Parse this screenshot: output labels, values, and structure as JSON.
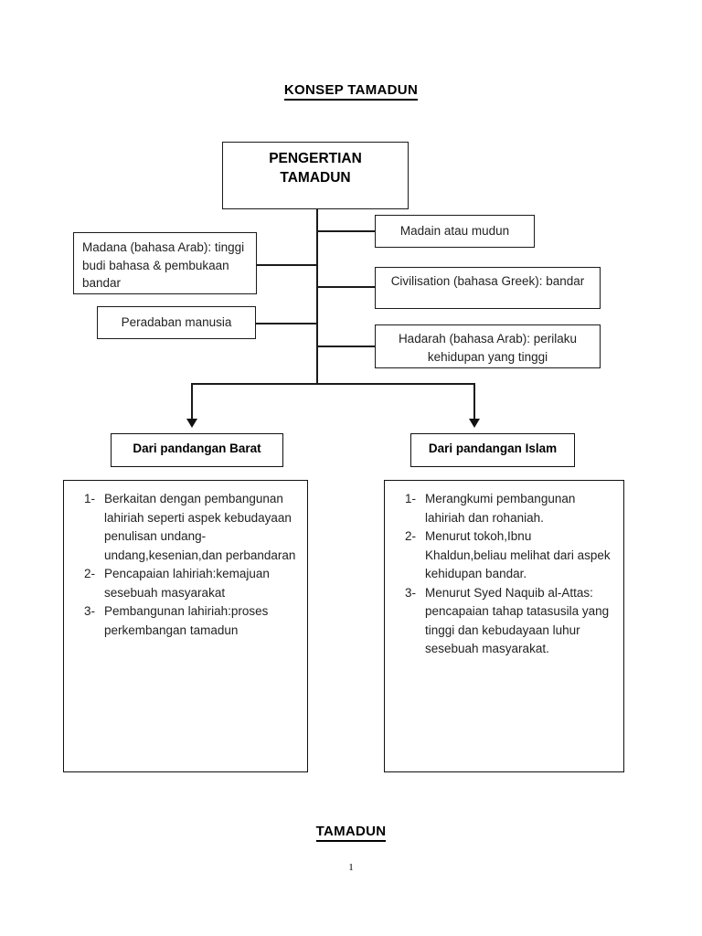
{
  "document": {
    "title": "KONSEP TAMADUN",
    "footer": "TAMADUN",
    "page_number": "1"
  },
  "diagram": {
    "root": {
      "line1": "PENGERTIAN",
      "line2": "TAMADUN"
    },
    "left_definitions": [
      {
        "name": "madana",
        "text": "Madana (bahasa Arab): tinggi budi bahasa & pembukaan bandar"
      },
      {
        "name": "peradaban",
        "text": "Peradaban manusia"
      }
    ],
    "right_definitions": [
      {
        "name": "madain",
        "text": "Madain atau mudun"
      },
      {
        "name": "civilisation",
        "text": "Civilisation (bahasa Greek): bandar"
      },
      {
        "name": "hadarah",
        "text": "Hadarah (bahasa Arab): perilaku kehidupan yang tinggi"
      }
    ],
    "branches": [
      {
        "heading": "Dari pandangan Barat",
        "items": [
          {
            "marker": "1-",
            "text": "Berkaitan dengan pembangunan lahiriah seperti aspek kebudayaan penulisan undang-undang,kesenian,dan perbandaran"
          },
          {
            "marker": "2-",
            "text": "Pencapaian lahiriah:kemajuan sesebuah masyarakat"
          },
          {
            "marker": "3-",
            "text": "Pembangunan lahiriah:proses perkembangan tamadun"
          }
        ]
      },
      {
        "heading": "Dari pandangan Islam",
        "items": [
          {
            "marker": "1-",
            "text": "Merangkumi pembangunan lahiriah dan rohaniah."
          },
          {
            "marker": "2-",
            "text": "Menurut tokoh,Ibnu Khaldun,beliau melihat dari aspek kehidupan bandar."
          },
          {
            "marker": "3-",
            "text": "Menurut Syed Naquib al-Attas: pencapaian tahap tatasusila yang tinggi dan kebudayaan luhur sesebuah masyarakat."
          }
        ]
      }
    ]
  },
  "colors": {
    "line": "#1a1a1a",
    "text": "#222222",
    "background": "#ffffff"
  }
}
